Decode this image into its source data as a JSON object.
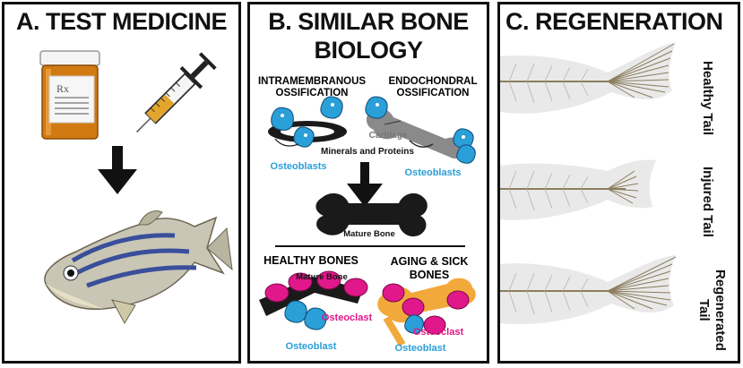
{
  "panel_a": {
    "title": "A. TEST MEDICINE",
    "bottle_label": "Rx"
  },
  "panel_b": {
    "title_line1": "B. SIMILAR BONE",
    "title_line2": "BIOLOGY",
    "intramembranous": "INTRAMEMBRANOUS OSSIFICATION",
    "endochondral": "ENDOCHONDRAL OSSIFICATION",
    "cartilage": "Cartilage",
    "minerals": "Minerals and Proteins",
    "osteoblasts_left": "Osteoblasts",
    "osteoblasts_right": "Osteoblasts",
    "mature_bone": "Mature Bone",
    "healthy_bones": "HEALTHY BONES",
    "aging_sick": "AGING & SICK BONES",
    "mature_bone_small": "Mature Bone",
    "osteoclast_left": "Osteoclast",
    "osteoclast_right": "Osteoclast",
    "osteoblast_left": "Osteoblast",
    "osteoblast_right": "Osteoblast"
  },
  "panel_c": {
    "title": "C. REGENERATION",
    "healthy_tail": "Healthy Tail",
    "injured_tail": "Injured Tail",
    "regenerated_tail": "Regenerated Tail"
  },
  "colors": {
    "osteoblast": "#2a9fd8",
    "osteoclast": "#e0188a",
    "aging_bone": "#f2a93b",
    "bone": "#1a1a1a",
    "cartilage": "#8a8a8a",
    "fin_ray": "#8b7d5e"
  }
}
